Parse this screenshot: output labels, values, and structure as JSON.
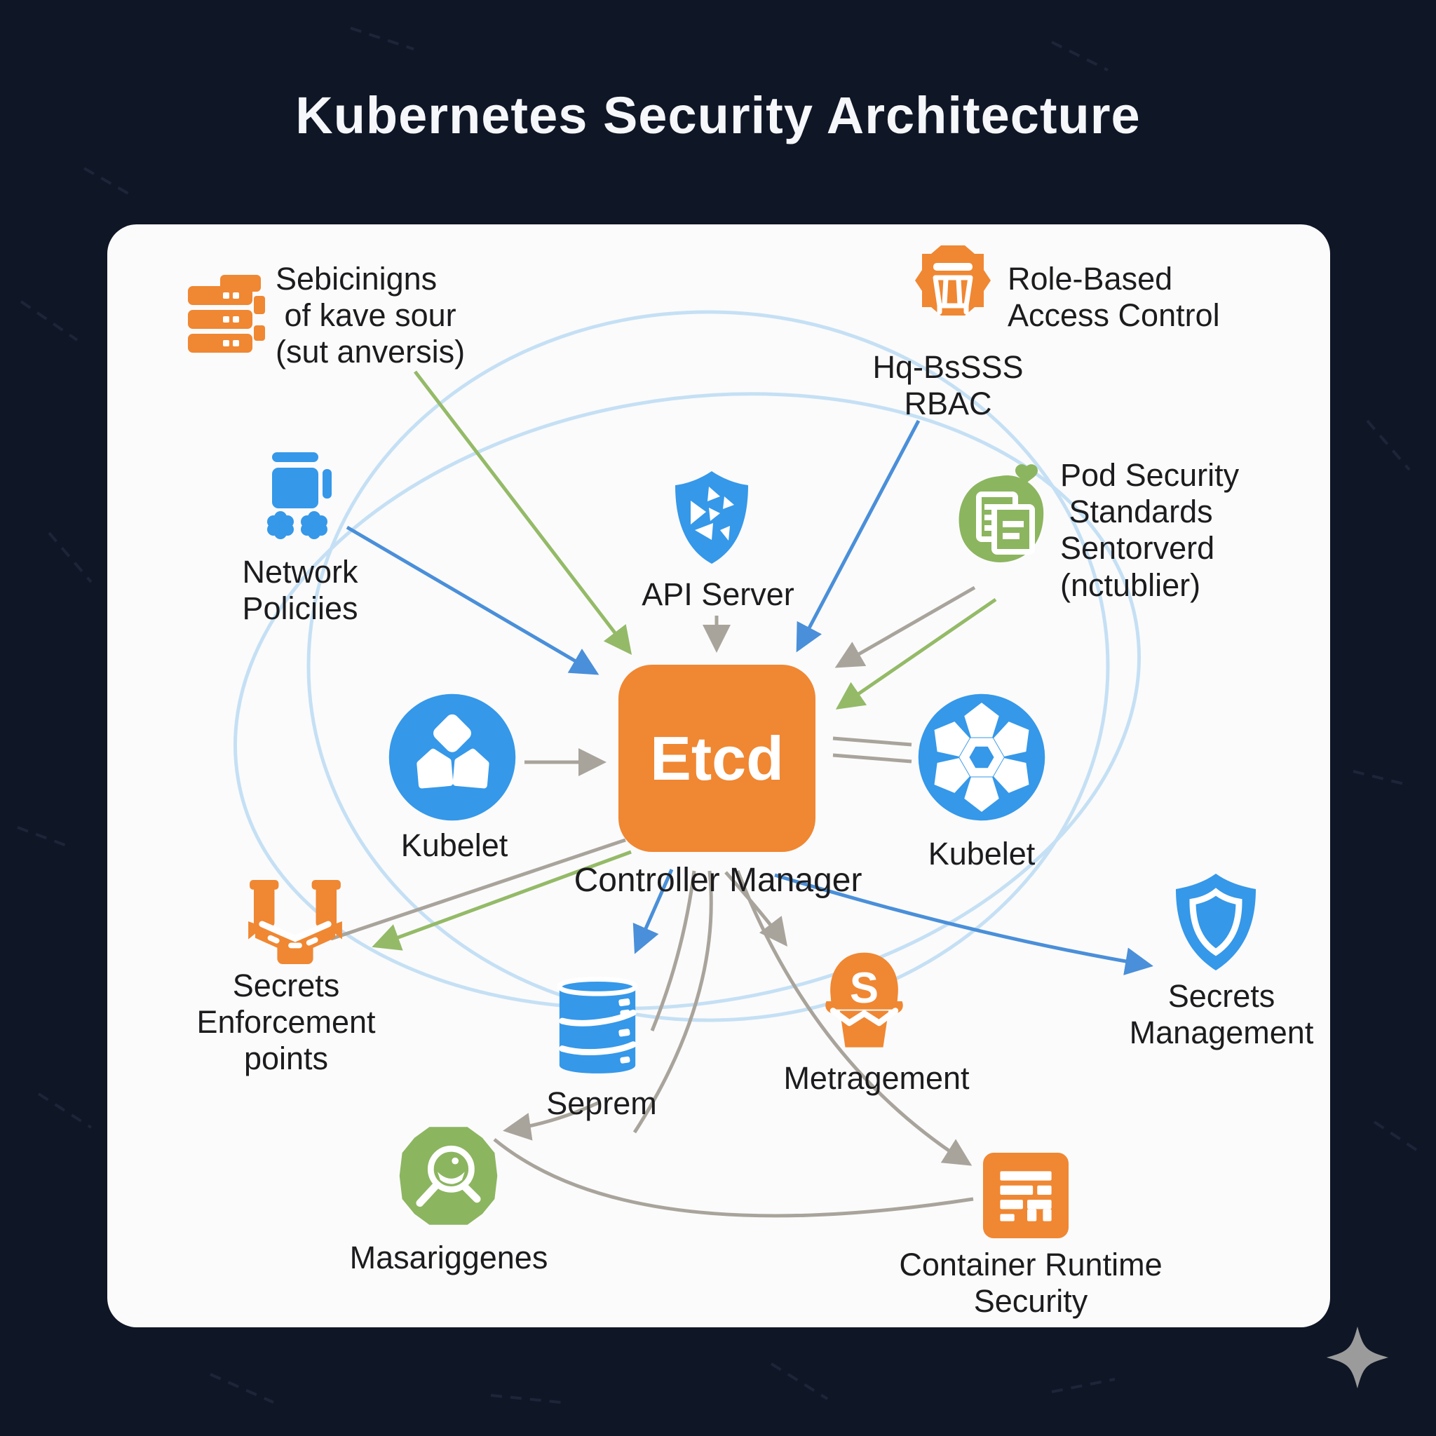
{
  "title": "Kubernetes Security Architecture",
  "colors": {
    "bg": "#0f1626",
    "card": "#fbfbfc",
    "orange": "#F08732",
    "blue": "#3598E9",
    "green": "#8CB55F",
    "arrow_gray": "#A9A49B",
    "arrow_green": "#94BA67",
    "arrow_blue": "#4A8FD9",
    "arc_blue": "#BCDCF3",
    "title_color": "#F6F7FA",
    "text": "#1C1C1E"
  },
  "icons": {
    "admission": "server-stack-icon",
    "rbac": "rbac-badge-icon",
    "network_policies": "network-nodes-icon",
    "api_server": "shield-kubernetes-icon",
    "pod_security": "pod-documents-icon",
    "kubelet_left": "cubes-circle-icon",
    "kubelet_right": "hex-flower-circle-icon",
    "secrets_enforcement": "vest-bracket-icon",
    "seprem": "database-icon",
    "metragement": "helmet-s-icon",
    "masariggenes": "seal-magnifier-icon",
    "container_runtime": "document-lines-icon",
    "secrets_management": "shield-outline-icon",
    "decoration": "sparkle-icon"
  },
  "nodes": {
    "admission": {
      "label": "Sebicinigns\n of kave sour\n(sut anversis)"
    },
    "rbac": {
      "label": "Role-Based\nAccess Control",
      "sublabel": "Hq-BsSSS\nRBAC"
    },
    "network_policies": {
      "label": "Network\nPoliciies"
    },
    "api_server": {
      "label": "API Server"
    },
    "pod_security": {
      "label": "Pod Security\n Standards\nSentorverd\n(nctublier)"
    },
    "etcd": {
      "label": "Etcd"
    },
    "controller_manager": {
      "label": "Controller Manager"
    },
    "kubelet_left": {
      "label": "Kubelet"
    },
    "kubelet_right": {
      "label": "Kubelet"
    },
    "secrets_enforcement": {
      "label": "Secrets\nEnforcement\npoints"
    },
    "seprem": {
      "label": "Seprem"
    },
    "metragement": {
      "label": "Metragement"
    },
    "masariggenes": {
      "label": "Masariggenes"
    },
    "container_runtime": {
      "label": "Container Runtime\nSecurity"
    },
    "secrets_management": {
      "label": "Secrets\nManagement"
    }
  }
}
